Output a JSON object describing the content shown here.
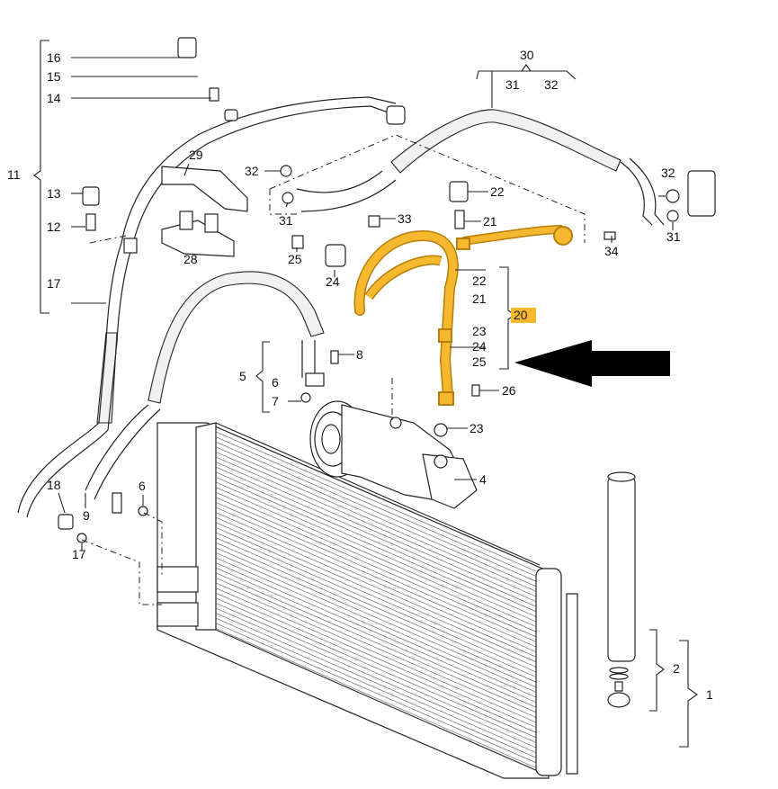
{
  "labels": {
    "n1": "1",
    "n2": "2",
    "n4": "4",
    "n5": "5",
    "n6a": "6",
    "n6b": "6",
    "n7": "7",
    "n8": "8",
    "n9": "9",
    "n11": "11",
    "n12": "12",
    "n13": "13",
    "n14": "14",
    "n15": "15",
    "n16": "16",
    "n17a": "17",
    "n17b": "17",
    "n18": "18",
    "n20": "20",
    "n21a": "21",
    "n21b": "21",
    "n22a": "22",
    "n22b": "22",
    "n23a": "23",
    "n23b": "23",
    "n24a": "24",
    "n24b": "24",
    "n25a": "25",
    "n25b": "25",
    "n26": "26",
    "n28": "28",
    "n29": "29",
    "n30": "30",
    "n31a": "31",
    "n31b": "31",
    "n31c": "31",
    "n32a": "32",
    "n32b": "32",
    "n32c": "32",
    "n33": "33",
    "n34": "34"
  },
  "colors": {
    "highlight": "#f5b82e",
    "highlight_stroke": "#b77e0a",
    "ink": "#222222"
  }
}
